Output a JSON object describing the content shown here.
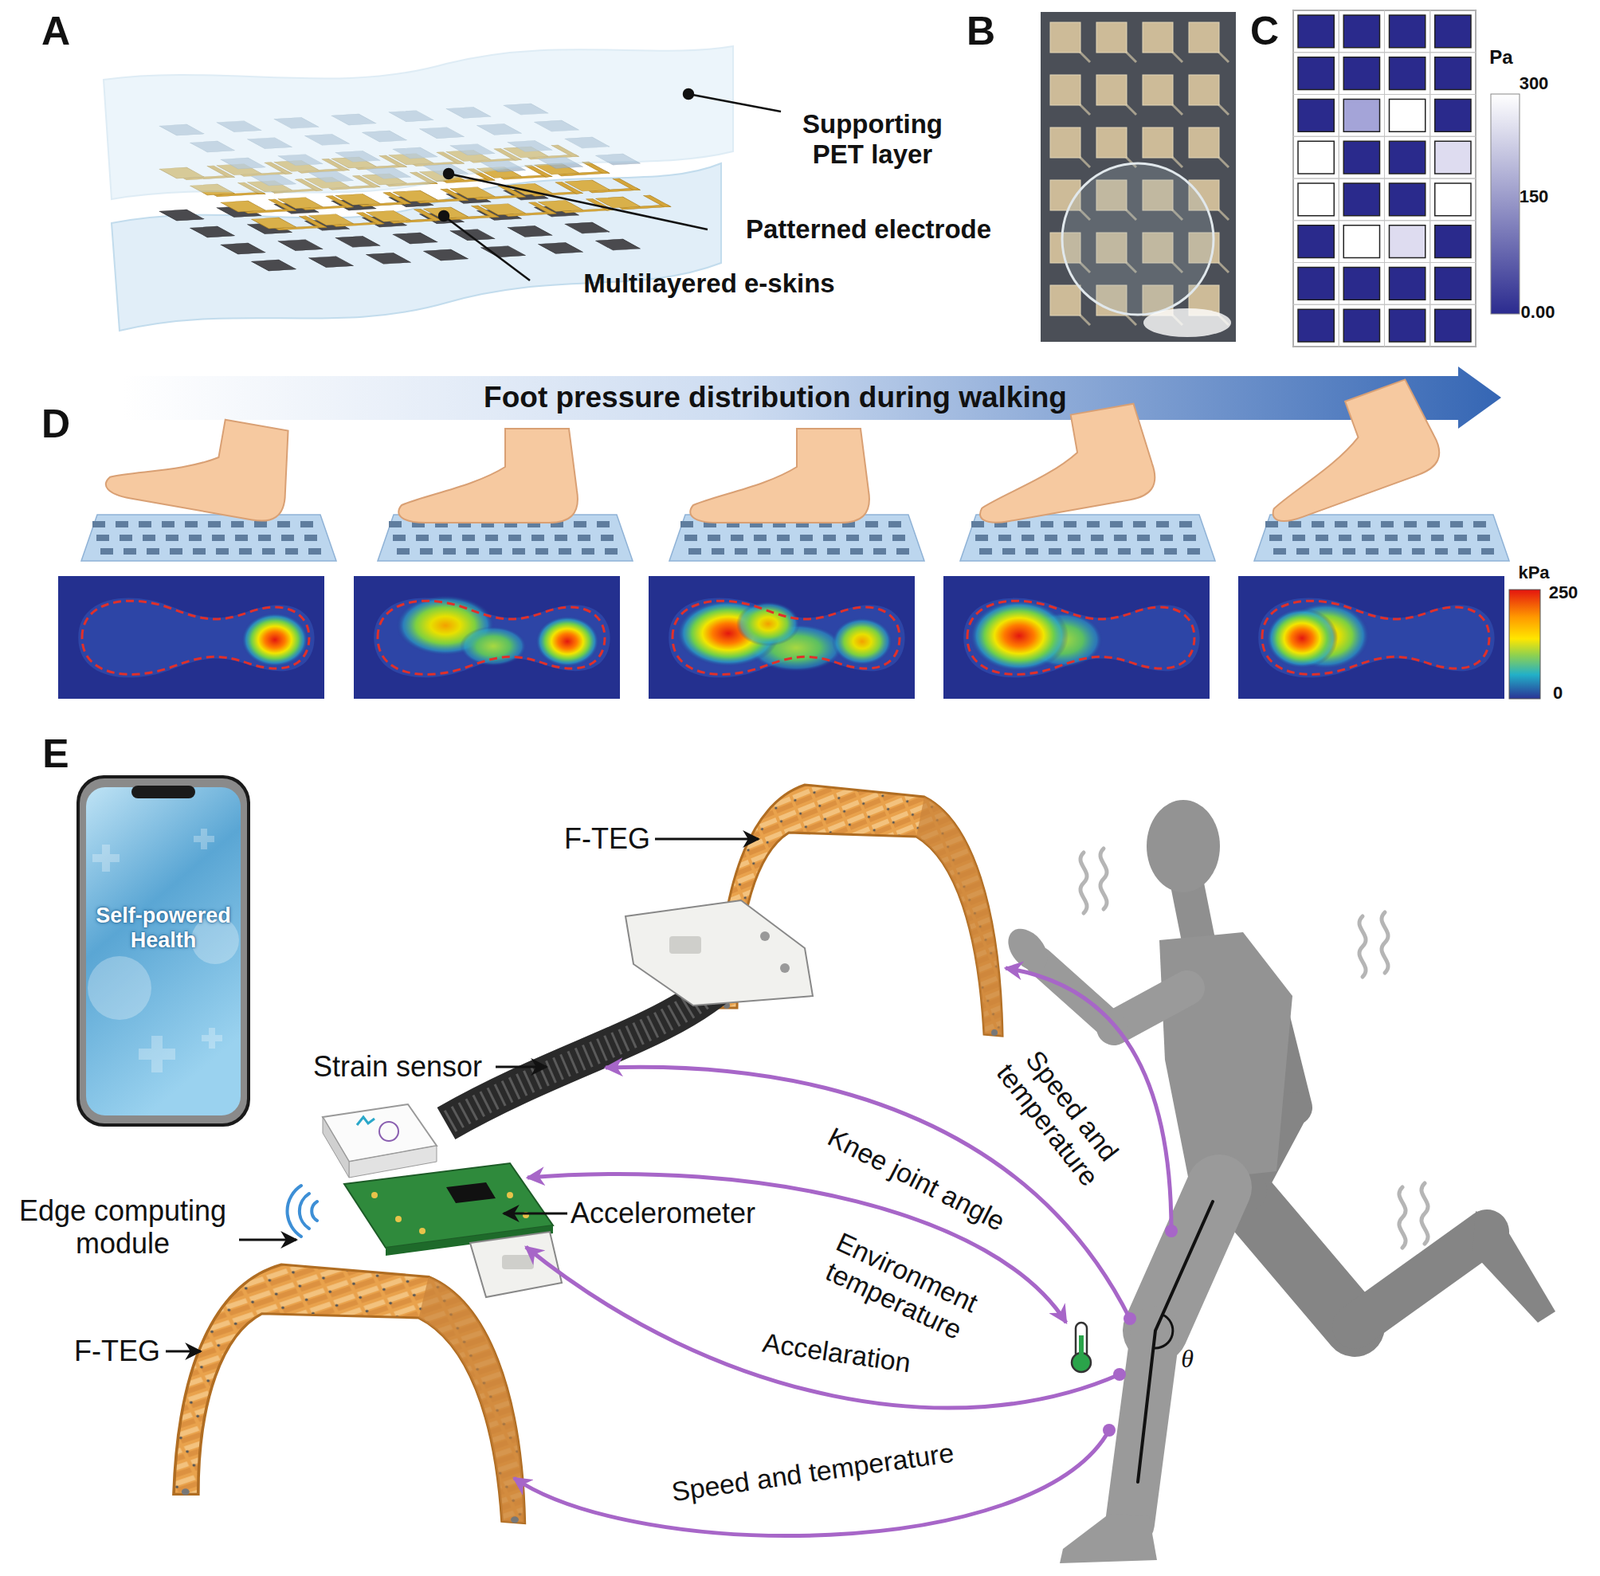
{
  "diagram": {
    "labels": [
      "A",
      "Supporting PET layer",
      "Patterned electrode",
      "Multilayered e-skins",
      "B",
      "C",
      "Pa",
      "300",
      "150",
      "0.00",
      "Foot pressure distribution during walking",
      "D",
      "kPa",
      "250",
      "0",
      "E",
      "Self-powered Health",
      "F-TEG",
      "Strain sensor",
      "Edge computing module",
      "Accelerometer",
      "F-TEG",
      "Speed and temperature",
      "Knee joint angle",
      "Environment temperature",
      "Accelaration",
      "Speed and temperature",
      "θ"
    ]
  }
}
